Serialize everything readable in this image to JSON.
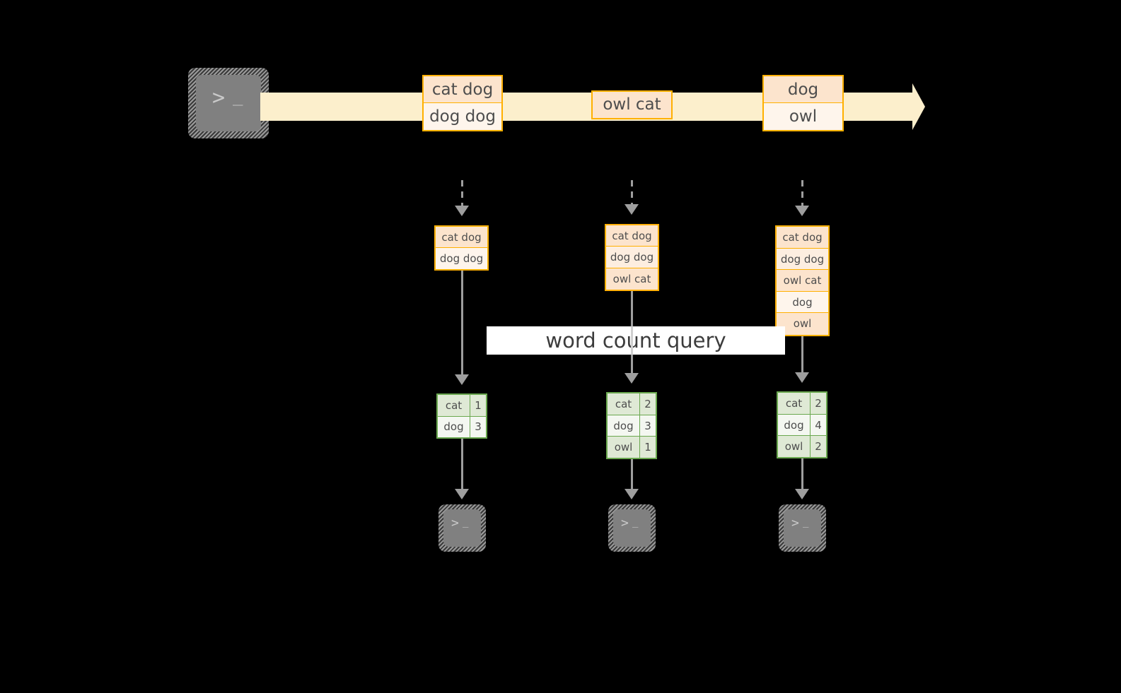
{
  "diagram": {
    "title": "word count query",
    "background": "#000000",
    "colors": {
      "stream_band": "#fcefcc",
      "record_border": "#ffb000",
      "record_fill_dark": "#fce4cd",
      "record_fill_mid": "#fdeee0",
      "record_fill_light": "#fef5ec",
      "result_border": "#6aa84f",
      "result_fill_dark": "#dfe9d5",
      "result_fill_light": "#eff4eb",
      "connector": "#9e9e9e",
      "terminal_body": "#808080",
      "label_band": "#ffffff"
    }
  },
  "source": {
    "icon": "terminal-icon",
    "glyph_prompt": ">",
    "glyph_cursor": "_"
  },
  "stream": {
    "arrow_icon": "arrow-right-icon",
    "events": [
      {
        "id": "event-1",
        "lines": [
          "cat dog",
          "dog dog"
        ]
      },
      {
        "id": "event-2",
        "lines": [
          "owl cat"
        ]
      },
      {
        "id": "event-3",
        "lines": [
          "dog",
          "owl"
        ]
      }
    ]
  },
  "query_label": "word count query",
  "snapshots": [
    {
      "id": "snapshot-1",
      "input_rows": [
        "cat dog",
        "dog dog"
      ],
      "result": {
        "rows": [
          {
            "word": "cat",
            "count": "1"
          },
          {
            "word": "dog",
            "count": "3"
          }
        ]
      },
      "sink": {
        "icon": "terminal-icon",
        "glyph_prompt": ">",
        "glyph_cursor": "_"
      }
    },
    {
      "id": "snapshot-2",
      "input_rows": [
        "cat dog",
        "dog dog",
        "owl cat"
      ],
      "result": {
        "rows": [
          {
            "word": "cat",
            "count": "2"
          },
          {
            "word": "dog",
            "count": "3"
          },
          {
            "word": "owl",
            "count": "1"
          }
        ]
      },
      "sink": {
        "icon": "terminal-icon",
        "glyph_prompt": ">",
        "glyph_cursor": "_"
      }
    },
    {
      "id": "snapshot-3",
      "input_rows": [
        "cat dog",
        "dog dog",
        "owl cat",
        "dog",
        "owl"
      ],
      "result": {
        "rows": [
          {
            "word": "cat",
            "count": "2"
          },
          {
            "word": "dog",
            "count": "4"
          },
          {
            "word": "owl",
            "count": "2"
          }
        ]
      },
      "sink": {
        "icon": "terminal-icon",
        "glyph_prompt": ">",
        "glyph_cursor": "_"
      }
    }
  ]
}
